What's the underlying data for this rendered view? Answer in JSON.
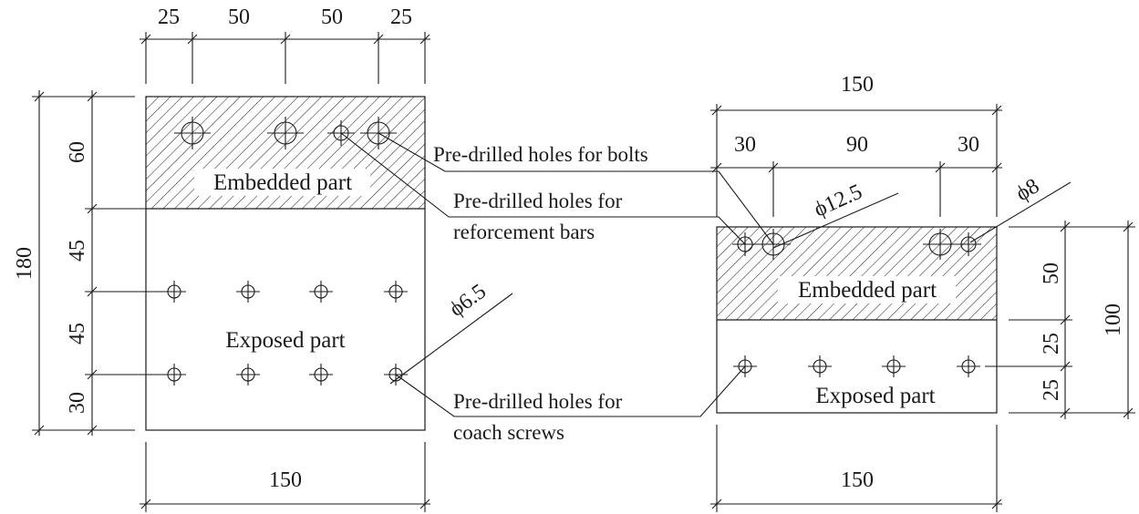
{
  "left_plate": {
    "top_dims": [
      "25",
      "50",
      "50",
      "25"
    ],
    "side_dims": [
      "60",
      "45",
      "45",
      "30"
    ],
    "total_height": "180",
    "bottom_width": "150",
    "embedded_label": "Embedded part",
    "exposed_label": "Exposed part",
    "screw_diameter": "ϕ6.5"
  },
  "right_plate": {
    "top_total": "150",
    "top_dims": [
      "30",
      "90",
      "30"
    ],
    "bolt_diameter": "ϕ12.5",
    "bar_diameter": "ϕ8",
    "side_dims": [
      "50",
      "25",
      "25"
    ],
    "total_height": "100",
    "bottom_width": "150",
    "embedded_label": "Embedded part",
    "exposed_label": "Exposed part"
  },
  "callouts": {
    "bolts": "Pre-drilled holes for bolts",
    "bars_line1": "Pre-drilled holes for",
    "bars_line2": "reforcement bars",
    "screws_line1": "Pre-drilled holes for",
    "screws_line2": "coach screws"
  }
}
